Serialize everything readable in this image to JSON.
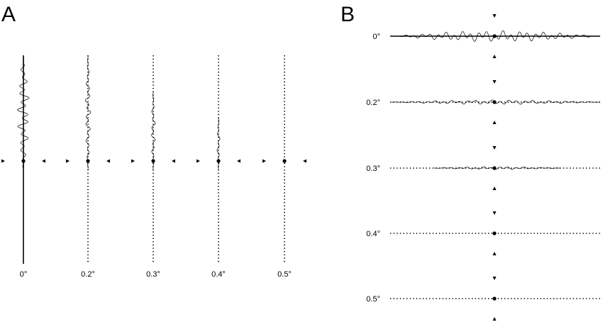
{
  "panels": {
    "a": {
      "letter": "A",
      "conditions": [
        {
          "label": "0°",
          "line_style": "solid",
          "wave_amplitude": 1.0
        },
        {
          "label": "0.2°",
          "line_style": "dotted",
          "wave_amplitude": 0.45
        },
        {
          "label": "0.3°",
          "line_style": "dotted",
          "wave_amplitude": 0.35
        },
        {
          "label": "0.4°",
          "line_style": "dotted",
          "wave_amplitude": 0.25
        },
        {
          "label": "0.5°",
          "line_style": "dotted",
          "wave_amplitude": 0
        }
      ]
    },
    "b": {
      "letter": "B",
      "conditions": [
        {
          "label": "0°",
          "line_style": "solid",
          "wave_amplitude": 1.0
        },
        {
          "label": "0.2°",
          "line_style": "dotted",
          "wave_amplitude": 0.4
        },
        {
          "label": "0.3°",
          "line_style": "dotted",
          "wave_amplitude": 0.25
        },
        {
          "label": "0.4°",
          "line_style": "dotted",
          "wave_amplitude": 0
        },
        {
          "label": "0.5°",
          "line_style": "dotted",
          "wave_amplitude": 0
        }
      ]
    }
  },
  "colors": {
    "ink": "#000000",
    "background": "#ffffff"
  },
  "icons": {
    "marker": "triangle-arrow",
    "fixation": "dot"
  }
}
